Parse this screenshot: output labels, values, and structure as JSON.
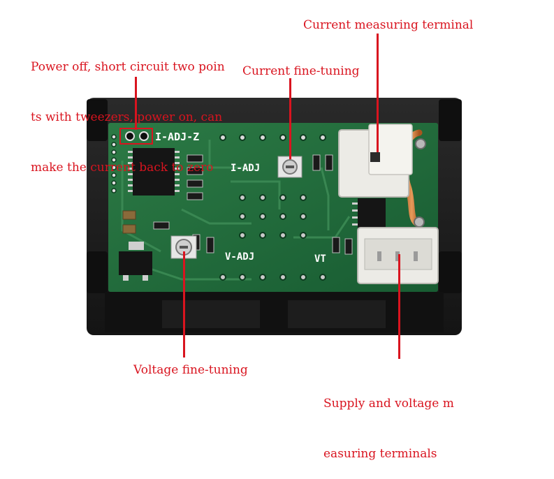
{
  "annotations": {
    "zero_reset": {
      "lines": [
        "Power off, short circuit two poin",
        "ts with tweezers, power on, can",
        "make the current back to zero"
      ]
    },
    "current_terminal": "Current measuring terminal",
    "current_tuning": "Current fine-tuning",
    "voltage_tuning": "Voltage fine-tuning",
    "supply_terminals": {
      "lines": [
        "Supply and voltage m",
        "easuring terminals"
      ]
    }
  },
  "board_labels": {
    "zero_jumper": "I-ADJ-Z",
    "current_adj": "I-ADJ",
    "voltage_adj": "V-ADJ",
    "terminal_mark": "VT"
  },
  "colors": {
    "annotation": "#d9141f",
    "pcb": "#1f6a3a",
    "housing": "#1b1b1b",
    "connector": "#ecebe6"
  }
}
